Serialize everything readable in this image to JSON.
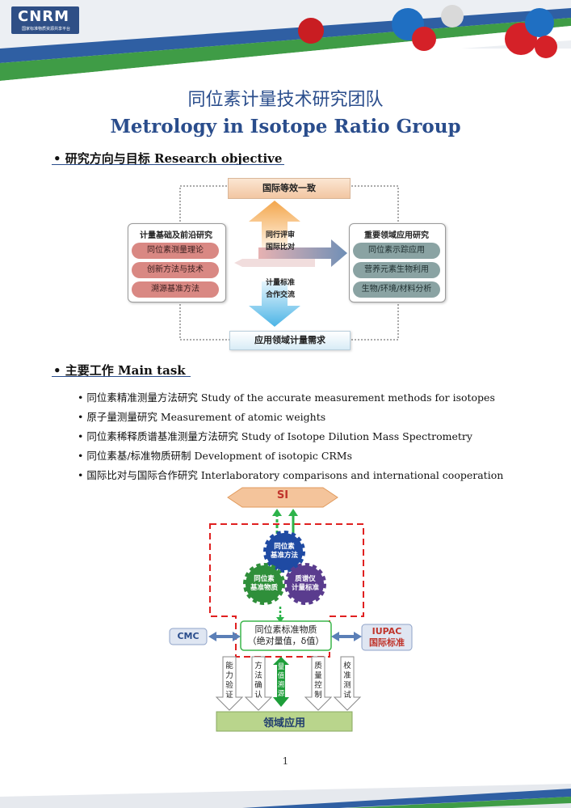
{
  "header": {
    "logo_text": "CNRM",
    "logo_subtitle": "国家标准物质资源共享平台"
  },
  "title": {
    "cn": "同位素计量技术研究团队",
    "en": "Metrology in Isotope Ratio Group"
  },
  "research": {
    "heading": "• 研究方向与目标 Research objective",
    "top_box": "国际等效一致",
    "bottom_box": "应用领域计量需求",
    "up_labels": [
      "同行评审",
      "国际比对"
    ],
    "down_labels": [
      "计量标准",
      "合作交流"
    ],
    "left_panel": {
      "title": "计量基础及前沿研究",
      "items": [
        "同位素测量理论",
        "创新方法与技术",
        "溯源基准方法"
      ]
    },
    "right_panel": {
      "title": "重要领域应用研究",
      "items": [
        "同位素示踪应用",
        "营养元素生物利用",
        "生物/环境/材料分析"
      ]
    }
  },
  "main_task": {
    "heading": "• 主要工作 Main task",
    "items": [
      "• 同位素精准测量方法研究   Study of the accurate measurement methods for isotopes",
      "• 原子量测量研究   Measurement of atomic weights",
      "• 同位素稀释质谱基准测量方法研究   Study of Isotope Dilution Mass Spectrometry",
      "• 同位素基/标准物质研制 Development of isotopic CRMs",
      "• 国际比对与国际合作研究 Interlaboratory comparisons and international cooperation"
    ]
  },
  "flow": {
    "si": "SI",
    "gear_top": [
      "同位素",
      "基准方法"
    ],
    "gear_left": [
      "同位素",
      "基准物质"
    ],
    "gear_right": [
      "质谱仪",
      "计量标准"
    ],
    "center_box": [
      "同位素标准物质",
      "（绝对量值，δ值）"
    ],
    "cmc": "CMC",
    "iupac": "IUPAC",
    "iupac_sub": "国际标准",
    "arrows": [
      "能力验证",
      "方法确认",
      "量值溯源",
      "质量控制",
      "校准测试"
    ],
    "bottom_box": "领域应用"
  },
  "page_number": "1"
}
